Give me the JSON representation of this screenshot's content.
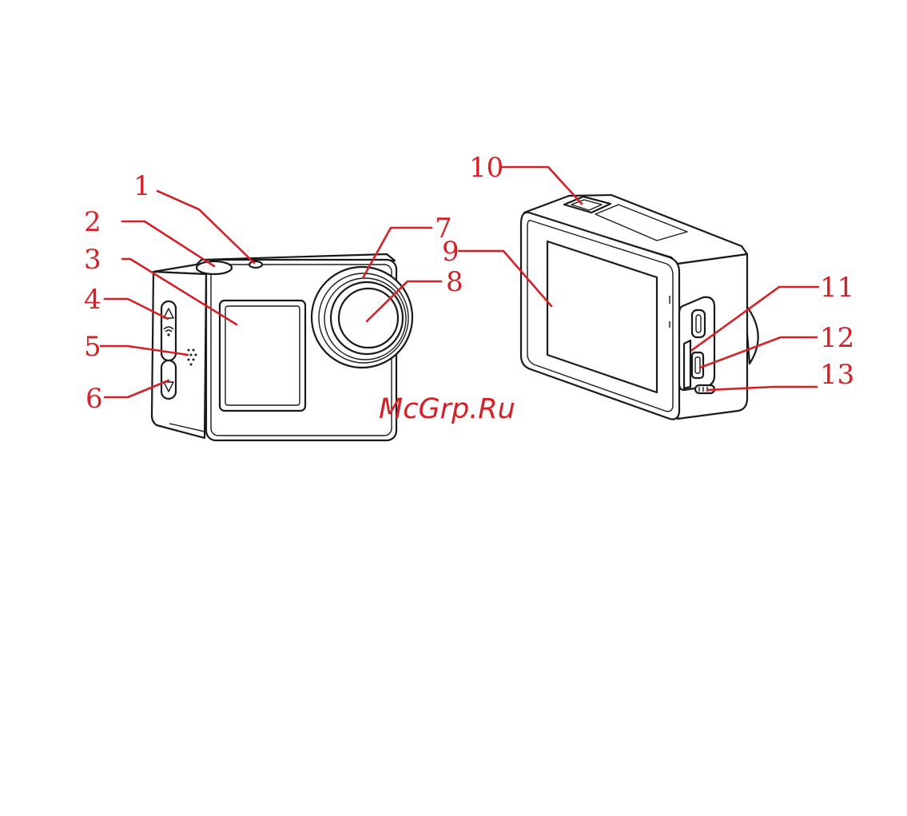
{
  "colors": {
    "callout": "#d42127",
    "outline": "#1a1a1a",
    "watermark": "#d42127"
  },
  "watermark": "McGrp.Ru",
  "callouts": [
    {
      "id": "1",
      "text": "1"
    },
    {
      "id": "2",
      "text": "2"
    },
    {
      "id": "3",
      "text": "3"
    },
    {
      "id": "4",
      "text": "4"
    },
    {
      "id": "5",
      "text": "5"
    },
    {
      "id": "6",
      "text": "6"
    },
    {
      "id": "7",
      "text": "7"
    },
    {
      "id": "8",
      "text": "8"
    },
    {
      "id": "9",
      "text": "9"
    },
    {
      "id": "10",
      "text": "10"
    },
    {
      "id": "11",
      "text": "11"
    },
    {
      "id": "12",
      "text": "12"
    },
    {
      "id": "13",
      "text": "13"
    }
  ]
}
